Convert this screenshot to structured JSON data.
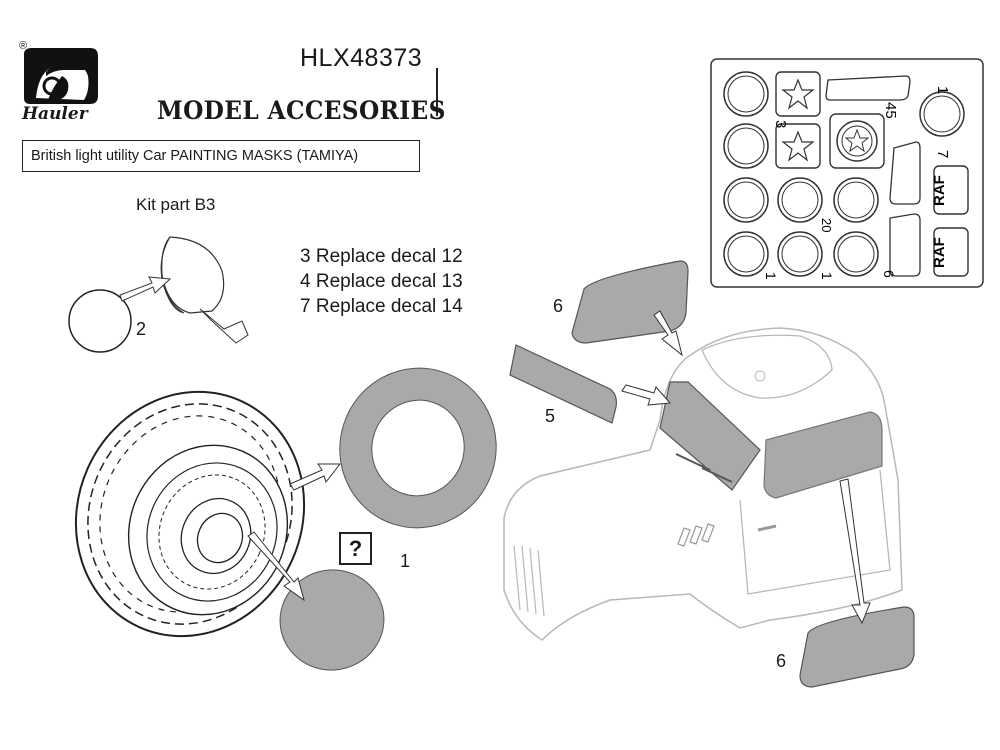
{
  "header": {
    "product_code": "HLX48373",
    "brand_title": "MODEL ACCESORIES",
    "subtitle": "British light utility Car PAINTING MASKS (TAMIYA)"
  },
  "logo": {
    "wordmark": "Hauler",
    "registered_mark": "®",
    "icon": "hauler-driver-logo-icon"
  },
  "kit_part_label": "Kit part B3",
  "replacements": [
    "3 Replace decal 12",
    "4 Replace decal 13",
    "7 Replace decal 14"
  ],
  "part_numbers": {
    "headlight_lens": "2",
    "wheel_hub": "1",
    "rear_window_top": "6",
    "windscreen": "5",
    "rear_window_bottom": "6"
  },
  "help_symbol": "?",
  "mask_sheet": {
    "numbers": [
      "1",
      "3",
      "45",
      "7",
      "20",
      "1",
      "1",
      "6"
    ],
    "badge_labels": [
      "RAF",
      "RAF"
    ]
  },
  "colors": {
    "mask_fill": "#a9a9a9",
    "line": "#222222",
    "vehicle_line": "#b8b8b8"
  }
}
